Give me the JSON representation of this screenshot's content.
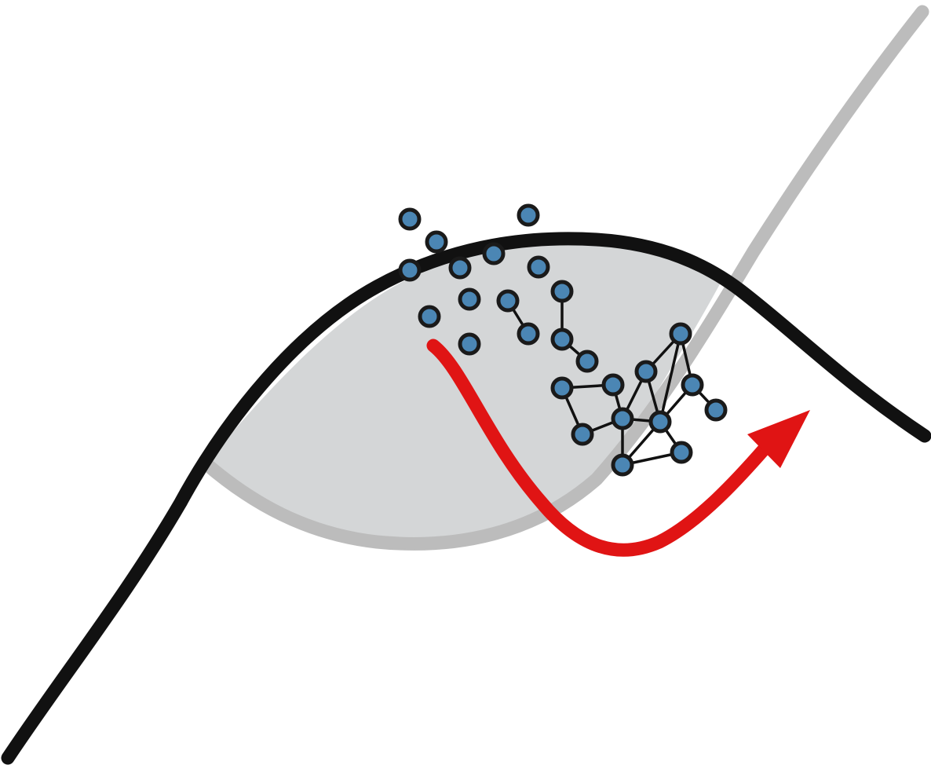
{
  "diagram": {
    "colors": {
      "background": "#ffffff",
      "upper_curve": "#111111",
      "lower_curve": "#bcbcbc",
      "shaded_region": "#d4d6d7",
      "particle_fill": "#4b86b4",
      "particle_outline": "#1a1a1a",
      "bond": "#111111",
      "arrow": "#e01414"
    },
    "elements": [
      "upper-curve",
      "lower-curve",
      "shaded-region",
      "free-particles",
      "connected-cluster",
      "arrow"
    ]
  }
}
